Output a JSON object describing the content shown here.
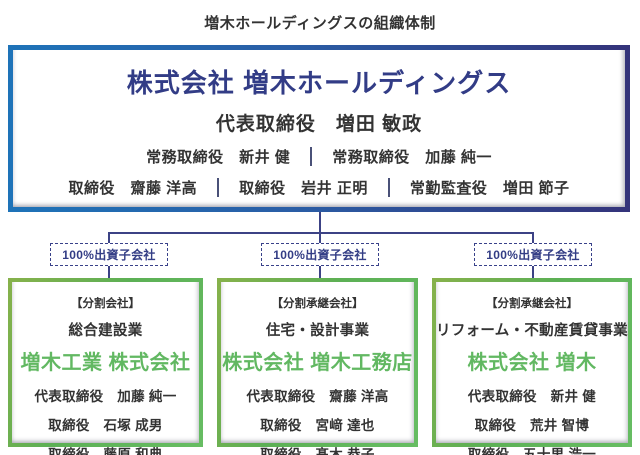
{
  "page": {
    "title": "増木ホールディングスの組織体制"
  },
  "holding": {
    "name": "株式会社 増木ホールディングス",
    "president": "代表取締役　増田 敏政",
    "exec_row2": [
      "常務取締役　新井 健",
      "常務取締役　加藤 純一"
    ],
    "exec_row3": [
      "取締役　齋藤 洋高",
      "取締役　岩井 正明",
      "常勤監査役　増田 節子"
    ]
  },
  "connector_labels": [
    "100%出資子会社",
    "100%出資子会社",
    "100%出資子会社"
  ],
  "subsidiaries": [
    {
      "tag": "【分割会社】",
      "business": "総合建設業",
      "name": "増木工業 株式会社",
      "executives": [
        "代表取締役　加藤 純一",
        "取締役　石塚 成男",
        "取締役　藤原 和典"
      ]
    },
    {
      "tag": "【分割承継会社】",
      "business": "住宅・設計事業",
      "name": "株式会社 増木工務店",
      "executives": [
        "代表取締役　齋藤 洋高",
        "取締役　宮﨑 達也",
        "取締役　髙木 恭子"
      ]
    },
    {
      "tag": "【分割承継会社】",
      "business": "リフォーム・不動産賃貸事業",
      "name": "株式会社 増木",
      "executives": [
        "代表取締役　新井 健",
        "取締役　荒井 智博",
        "取締役　五十里 浩一"
      ]
    }
  ],
  "colors": {
    "border_blue": "#1e73b8",
    "border_navy": "#34337a",
    "connector_navy": "#3c4285",
    "label_navy": "#333d85",
    "title_navy": "#323c86",
    "green_border": "#5cb055",
    "green_text": "#62b862",
    "text_dark": "#333333"
  }
}
